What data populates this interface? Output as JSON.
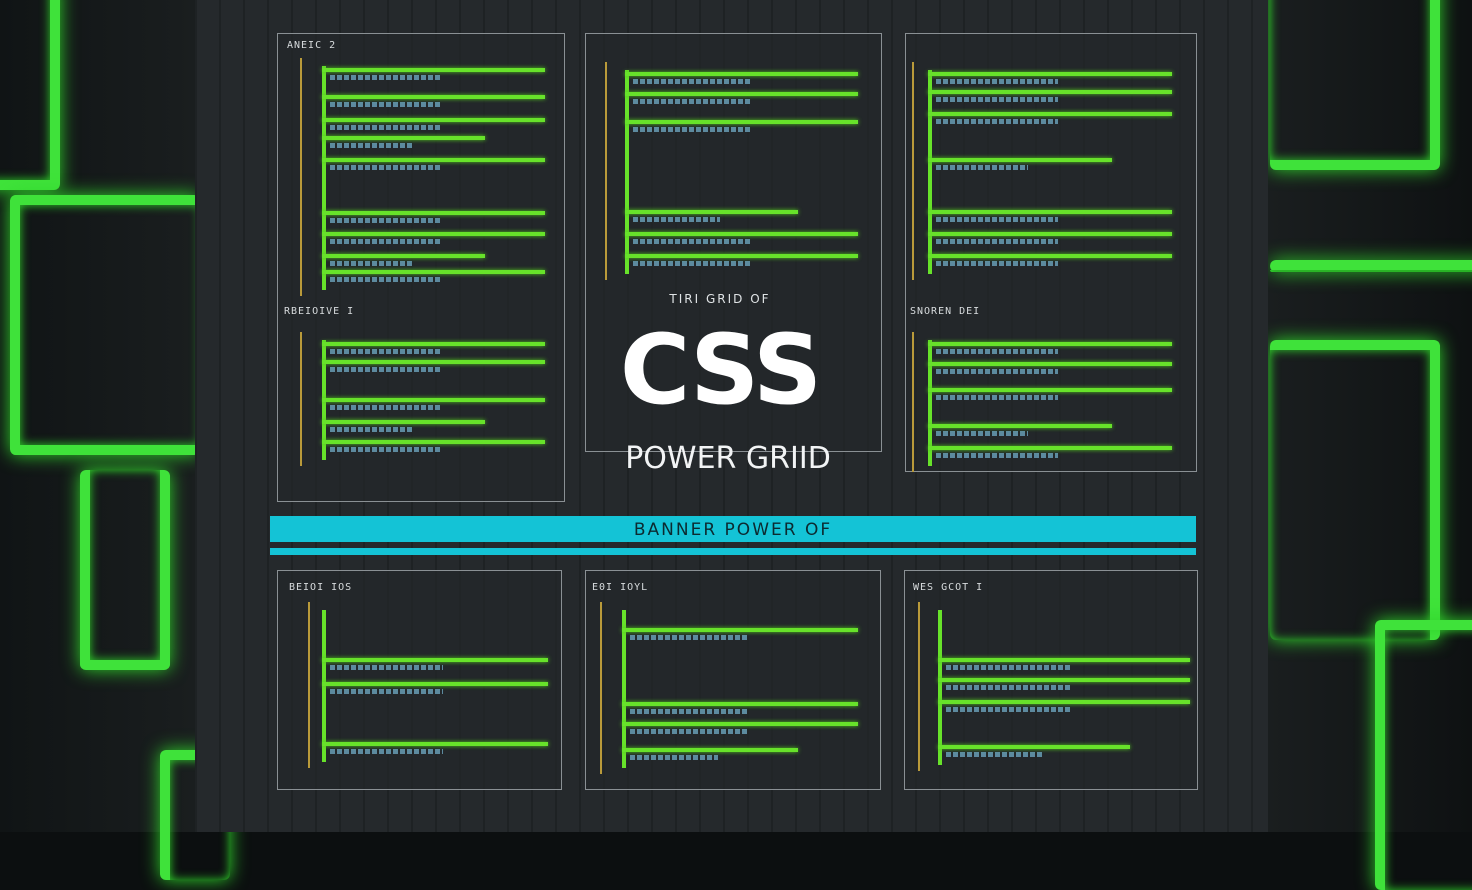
{
  "colors": {
    "accent_green": "#67e22a",
    "banner_cyan": "#14c3d6",
    "board": "#25292c"
  },
  "hero": {
    "kicker": "TIRI GRID OF",
    "title": "CSS",
    "subtitle": "POWER GRIID"
  },
  "banner": {
    "label": "BANNER POWER OF"
  },
  "panels": [
    {
      "title": "ANEIC 2",
      "subtitle": "RBEIOIVE I"
    },
    {
      "title": ""
    },
    {
      "title": "",
      "subtitle": "SNOREN DEI"
    },
    {
      "title": "BEIOI IOS"
    },
    {
      "title": "E0I IOYL"
    },
    {
      "title": "WES GCOT I"
    }
  ]
}
